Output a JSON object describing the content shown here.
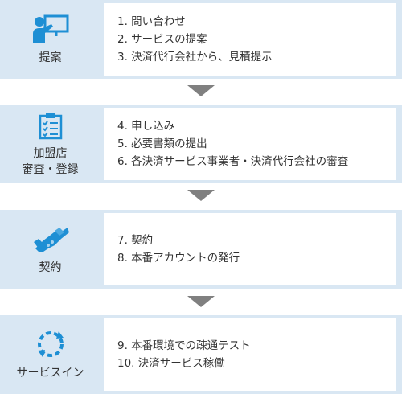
{
  "steps": [
    {
      "title": "提案",
      "icon": "presenter-icon",
      "items": [
        "1. 問い合わせ",
        "2. サービスの提案",
        "3. 決済代行会社から、見積提示"
      ]
    },
    {
      "title": "加盟店\n審査・登録",
      "icon": "checklist-icon",
      "items": [
        "4. 申し込み",
        "5. 必要書類の提出",
        "6. 各決済サービス事業者・決済代行会社の審査"
      ]
    },
    {
      "title": "契約",
      "icon": "handshake-icon",
      "items": [
        "7. 契約",
        "8. 本番アカウントの発行"
      ]
    },
    {
      "title": "サービスイン",
      "icon": "cycle-arrows-icon",
      "items": [
        "9. 本番環境での疎通テスト",
        "10. 決済サービス稼働"
      ]
    }
  ],
  "colors": {
    "band": "#d9e7f3",
    "icon": "#1e8fd4",
    "arrow": "#808080"
  }
}
